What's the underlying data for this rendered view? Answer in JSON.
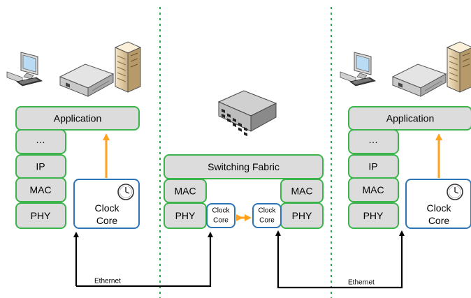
{
  "labels": {
    "application": "Application",
    "ellipsis": "…",
    "ip": "IP",
    "mac": "MAC",
    "phy": "PHY",
    "clock_core_line1": "Clock",
    "clock_core_line2": "Core",
    "switching_fabric": "Switching Fabric",
    "ethernet": "Ethernet"
  },
  "colors": {
    "layer_fill": "#dcdcdc",
    "layer_border": "#3cb44b",
    "clock_border": "#2e75b6",
    "timing_arrow": "#ffa21f",
    "ethernet_link": "#000000",
    "divider": "#2aa84a"
  },
  "icons": [
    "desktop-computer-icon",
    "network-appliance-icon",
    "server-tower-icon",
    "network-switch-icon",
    "clock-icon"
  ]
}
